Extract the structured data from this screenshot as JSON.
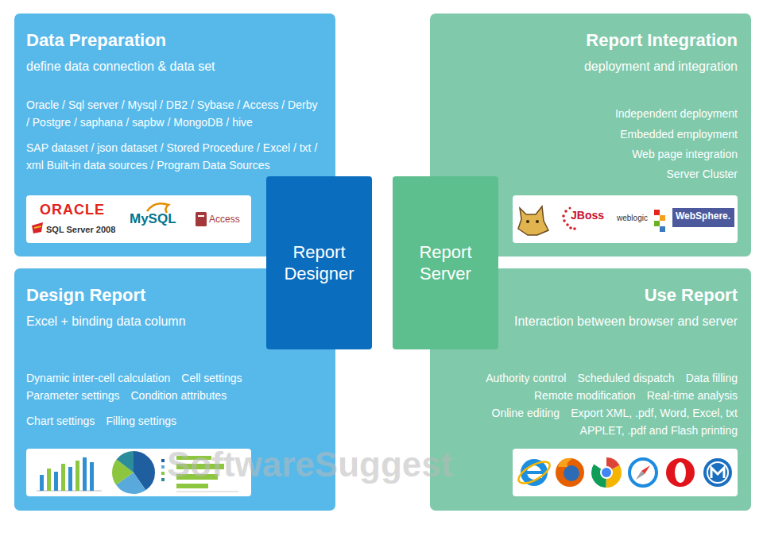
{
  "diagram": {
    "nodes": [
      {
        "text": [
          "Data Preparation",
          "define data connection & data set",
          "Oracle / Sql server / Mysql / DB2 / Sybase / Access / Derby / Postgre / saphana / sapbw / MongoDB / hive",
          "SAP dataset / json dataset / Stored Procedure / Excel / txt / xml Built-in data sources / Program Data Sources"
        ]
      },
      {
        "text": [
          "Report Integration",
          "deployment and integration",
          "Independent deployment",
          "Embedded employment",
          "Web page integration",
          "Server Cluster"
        ]
      },
      {
        "text": [
          "Report Designer"
        ]
      },
      {
        "text": [
          "Report Server"
        ]
      },
      {
        "text": [
          "Design Report",
          "Excel + binding data column",
          "Dynamic inter-cell calculation",
          "Cell settings",
          "Parameter settings",
          "Condition attributes",
          "Chart settings",
          "Filling settings"
        ]
      },
      {
        "text": [
          "Use Report",
          "Interaction between browser and server",
          "Authority control",
          "Scheduled dispatch",
          "Data filling",
          "Remote modification",
          "Real-time analysis",
          "Online editing",
          "Export XML, .pdf, Word, Excel, txt",
          "APPLET, .pdf and Flash printing"
        ]
      }
    ],
    "labels": [
      "ORACLE",
      "SQL Server 2008",
      "MySQL",
      "Access",
      "JBoss",
      "weblogic",
      "WebSphere.",
      "SoftwareSuggest"
    ]
  }
}
